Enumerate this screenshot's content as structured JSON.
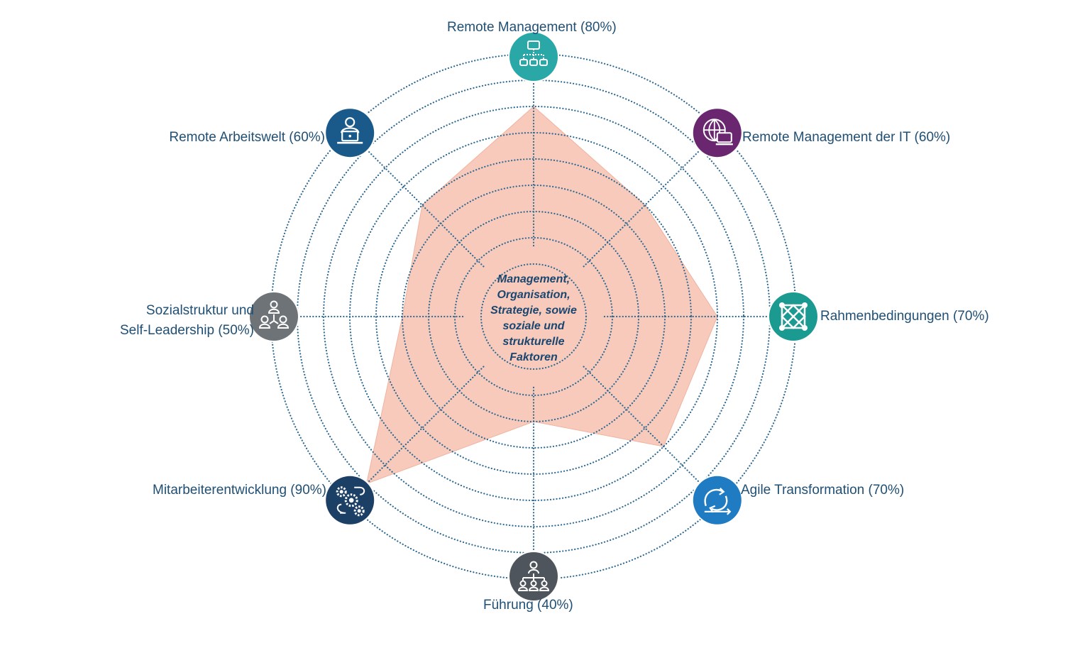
{
  "chart_data": {
    "type": "radar",
    "title": "",
    "center_text": [
      "Management,",
      "Organisation,",
      "Strategie, sowie",
      "soziale und",
      "strukturelle",
      "Faktoren"
    ],
    "rings": 10,
    "r_range": [
      0,
      100
    ],
    "fill_color": "#f6c4b4",
    "grid": true,
    "axes": [
      {
        "key": "remote_management",
        "label": "Remote Management (80%)",
        "value": 80,
        "icon": "org-chart-icon",
        "color": "#2aa8a8"
      },
      {
        "key": "remote_management_it",
        "label": "Remote Management der IT (60%)",
        "value": 60,
        "icon": "globe-laptop-icon",
        "color": "#6a2770"
      },
      {
        "key": "rahmenbedingungen",
        "label": "Rahmenbedingungen (70%)",
        "value": 70,
        "icon": "framework-icon",
        "color": "#1a9a90"
      },
      {
        "key": "agile_transformation",
        "label": "Agile Transformation (70%)",
        "value": 70,
        "icon": "agile-cycle-icon",
        "color": "#1f7bc2"
      },
      {
        "key": "fuehrung",
        "label": "Führung (40%)",
        "value": 40,
        "icon": "hierarchy-icon",
        "color": "#4e555c"
      },
      {
        "key": "mitarbeiterentwicklung",
        "label": "Mitarbeiterentwicklung (90%)",
        "value": 90,
        "icon": "gears-icon",
        "color": "#1c3f66"
      },
      {
        "key": "sozialstruktur",
        "label": "Sozialstruktur und\nSelf-Leadership (50%)",
        "value": 50,
        "icon": "people-network-icon",
        "color": "#6e7378"
      },
      {
        "key": "remote_arbeitswelt",
        "label": "Remote Arbeitswelt (60%)",
        "value": 60,
        "icon": "person-laptop-icon",
        "color": "#1a5a8a"
      }
    ]
  }
}
